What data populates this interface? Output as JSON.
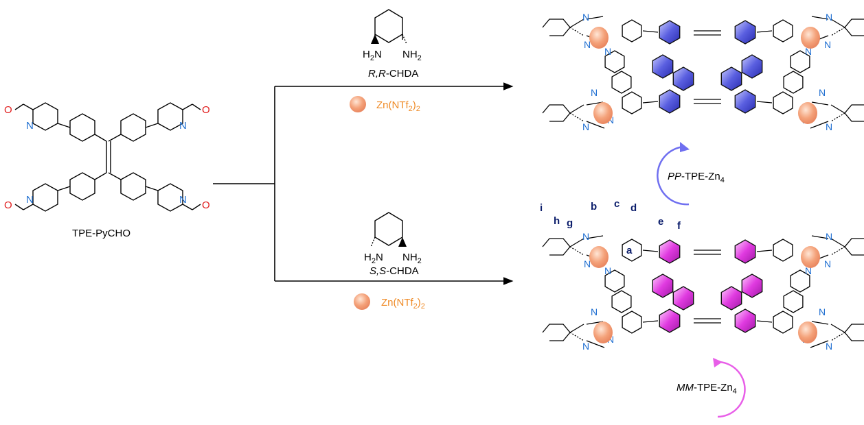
{
  "diagram": {
    "start_label": "TPE-PyCHO",
    "top_reagent": {
      "amine_left": "H",
      "amine_left_sub": "2",
      "amine_left_atom": "N",
      "amine_right": "NH",
      "amine_right_sub": "2",
      "name_italic": "R,R",
      "name_suffix": "-CHDA",
      "metal_main": "Zn(NTf",
      "metal_sub": "2",
      "metal_end": ")",
      "metal_end_sub": "2"
    },
    "bottom_reagent": {
      "amine_left": "H",
      "amine_left_sub": "2",
      "amine_left_atom": "N",
      "amine_right": "NH",
      "amine_right_sub": "2",
      "name_italic": "S,S",
      "name_suffix": "-CHDA",
      "metal_main": "Zn(NTf",
      "metal_sub": "2",
      "metal_end": ")",
      "metal_end_sub": "2"
    },
    "top_product": {
      "label_italic": "PP",
      "label_rest": "-TPE-Zn",
      "label_sub": "4",
      "ring_color": "#4b4fd6",
      "arrow_color": "#6f6ff0"
    },
    "bottom_product": {
      "label_italic": "MM",
      "label_rest": "-TPE-Zn",
      "label_sub": "4",
      "ring_color": "#d22bd6",
      "arrow_color": "#e85ee8"
    },
    "proton_labels": [
      "a",
      "b",
      "c",
      "d",
      "e",
      "f",
      "g",
      "h",
      "i"
    ],
    "atom_n": "N",
    "atom_o": "O",
    "zn_color": "#f4a27a",
    "n_color": "#1f6fd1",
    "o_color": "#e01b1b",
    "orange_text_color": "#ef8a25",
    "navy_label_color": "#0b1d6b"
  }
}
